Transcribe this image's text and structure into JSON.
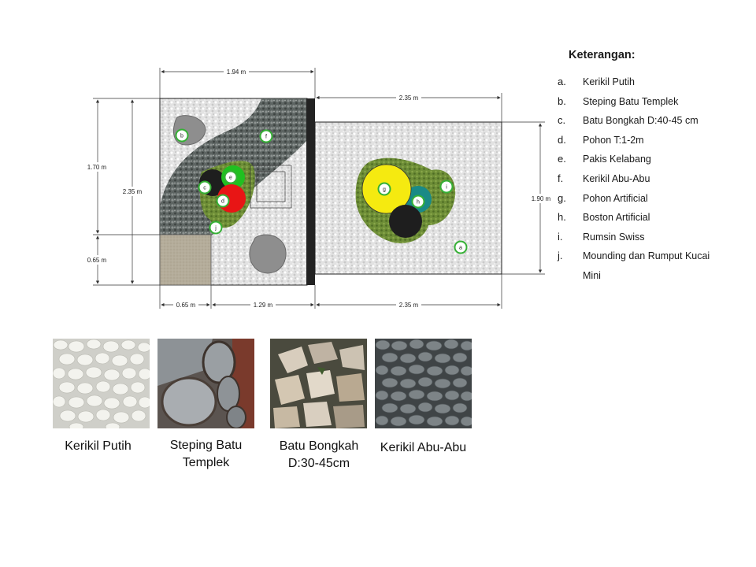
{
  "plan": {
    "dimensions": {
      "top_left_width": "1.94 m",
      "top_right_width": "2.35 m",
      "left_height_a": "1.70 m",
      "left_height_b": "0.65 m",
      "left_total": "2.35 m",
      "right_height": "1.90 m",
      "bottom_a": "0.65 m",
      "bottom_b": "1.29 m",
      "bottom_c": "2.35 m"
    },
    "markers": [
      "a",
      "b",
      "c",
      "d",
      "e",
      "f",
      "g",
      "h",
      "i",
      "j"
    ],
    "colors": {
      "white_gravel": "#e4e4e4",
      "grey_gravel": "#6b716f",
      "grass": "#6f8f3a",
      "stepping_stone": "#b3ab99",
      "boulder": "#8e8e8e",
      "tree_artificial": "#f5ea10",
      "boston_artificial": "#1a8a86",
      "pohon": "#e81515",
      "pakis": "#20c020",
      "dark_tree": "#1e1e1e",
      "wall": "#222222"
    }
  },
  "legend": {
    "title": "Keterangan:",
    "items": [
      {
        "letter": "a.",
        "text": "Kerikil Putih"
      },
      {
        "letter": "b.",
        "text": "Steping Batu Templek"
      },
      {
        "letter": "c.",
        "text": "Batu Bongkah D:40-45 cm"
      },
      {
        "letter": "d.",
        "text": "Pohon T:1-2m"
      },
      {
        "letter": "e.",
        "text": "Pakis Kelabang"
      },
      {
        "letter": "f.",
        "text": "Kerikil Abu-Abu"
      },
      {
        "letter": "g.",
        "text": "Pohon Artificial"
      },
      {
        "letter": "h.",
        "text": "Boston Artificial"
      },
      {
        "letter": "i.",
        "text": "Rumsin Swiss"
      },
      {
        "letter": "j.",
        "text": "Mounding dan Rumput Kucai Mini"
      }
    ]
  },
  "materials": [
    {
      "caption_line1": "Kerikil Putih",
      "caption_line2": "",
      "image": "white-pebbles"
    },
    {
      "caption_line1": "Steping Batu",
      "caption_line2": "Templek",
      "image": "stepping-stones"
    },
    {
      "caption_line1": "Batu Bongkah",
      "caption_line2": "D:30-45cm",
      "image": "boulders"
    },
    {
      "caption_line1": "Kerikil Abu-Abu",
      "caption_line2": "",
      "image": "grey-pebbles"
    }
  ]
}
